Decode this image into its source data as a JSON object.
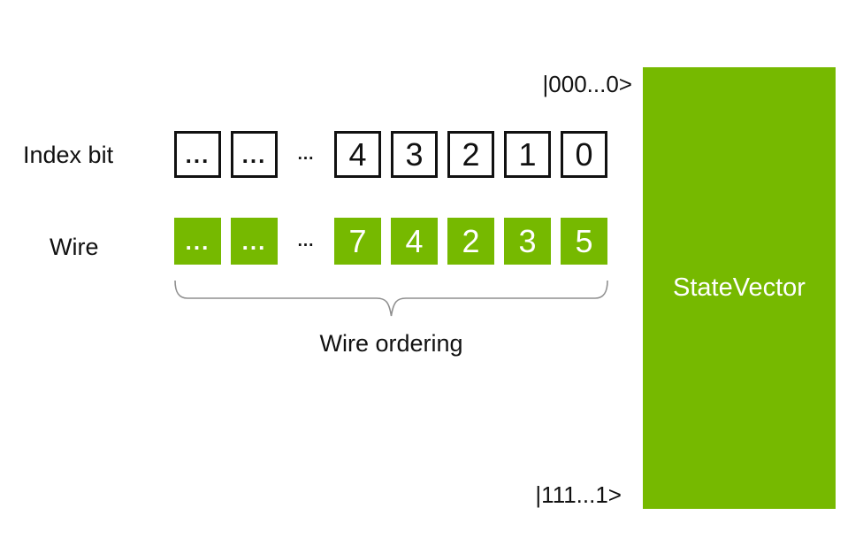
{
  "labels": {
    "index_bit": "Index bit",
    "wire": "Wire",
    "wire_ordering": "Wire ordering",
    "ket_top": "|000...0>",
    "ket_bottom": "|111...1>",
    "state_vector": "StateVector"
  },
  "index_row": {
    "cells": [
      "...",
      "...",
      "4",
      "3",
      "2",
      "1",
      "0"
    ],
    "separator": "..."
  },
  "wire_row": {
    "cells": [
      "...",
      "...",
      "7",
      "4",
      "2",
      "3",
      "5"
    ],
    "separator": "..."
  },
  "colors": {
    "green": "#76b900",
    "ink": "#111111",
    "brace": "#8f8f8f"
  }
}
